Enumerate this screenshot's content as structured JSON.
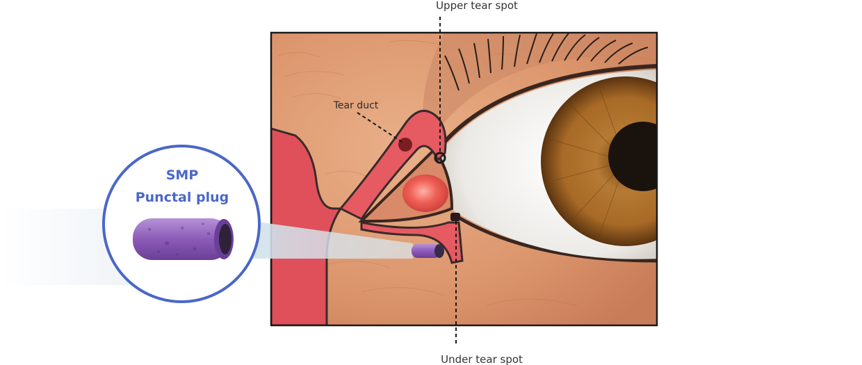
{
  "labels": {
    "upper_tear_spot": "Upper tear spot",
    "under_tear_spot": "Under tear spot",
    "tear_duct": "Tear duct"
  },
  "callout": {
    "line1": "SMP",
    "line2": "Punctal plug"
  },
  "colors": {
    "accent": "#4a67c8",
    "plug": "#8c5bb8",
    "duct": "#e0505a",
    "skin": "#dd9a72",
    "iris": "#a86a26"
  }
}
